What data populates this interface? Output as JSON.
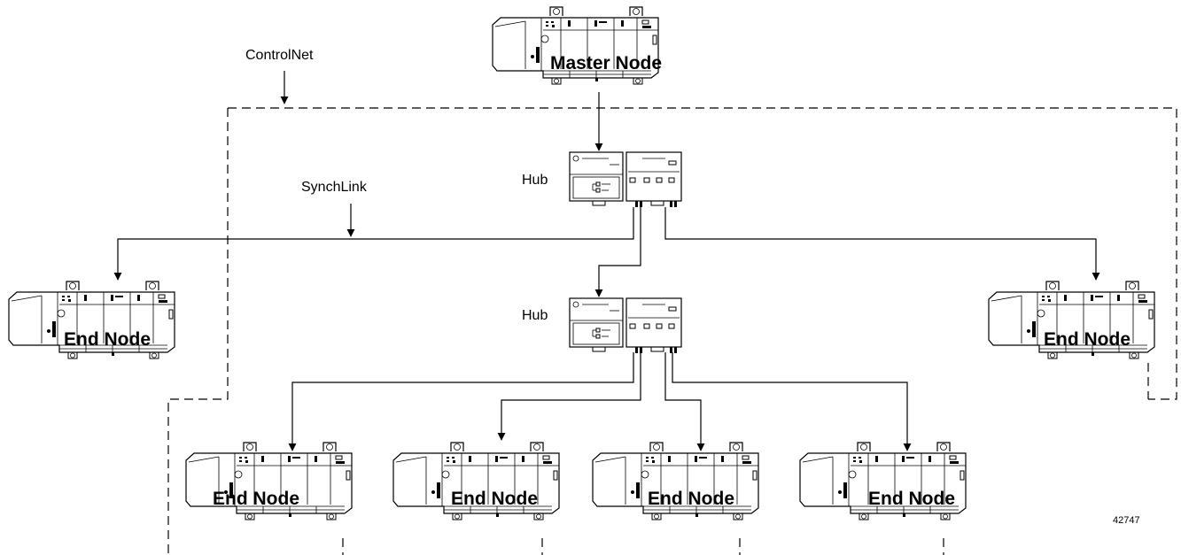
{
  "labels": {
    "controlnet": "ControlNet",
    "synchlink": "SynchLink",
    "hub": "Hub",
    "figure_number": "42747"
  },
  "nodes": {
    "master": "Master Node",
    "end": "End Node"
  }
}
